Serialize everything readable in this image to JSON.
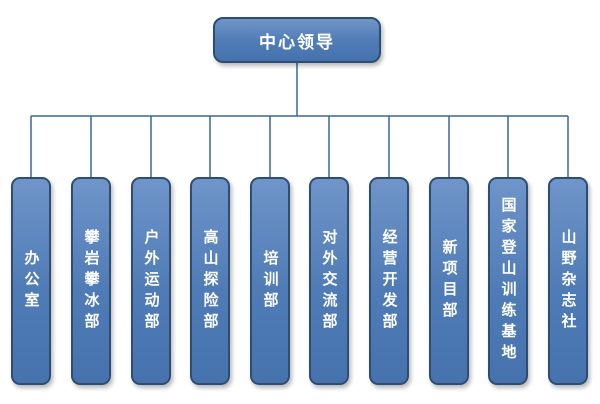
{
  "colors": {
    "box_fill_top": "#6f95c9",
    "box_fill_bottom": "#4672ad",
    "box_border": "#2e4d73",
    "connector": "#3b6799",
    "text": "#ffffff"
  },
  "root": {
    "label": "中心领导"
  },
  "departments": [
    {
      "label": "办公室"
    },
    {
      "label": "攀岩攀冰部"
    },
    {
      "label": "户外运动部"
    },
    {
      "label": "高山探险部"
    },
    {
      "label": "培训部"
    },
    {
      "label": "对外交流部"
    },
    {
      "label": "经营开发部"
    },
    {
      "label": "新项目部"
    },
    {
      "label": "国家登山训练基地"
    },
    {
      "label": "山野杂志社"
    }
  ]
}
